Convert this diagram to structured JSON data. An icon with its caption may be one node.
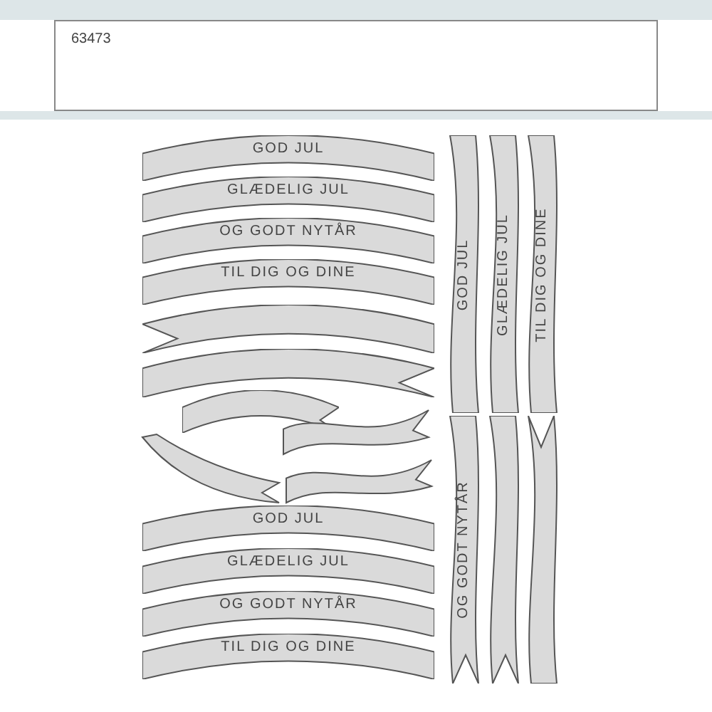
{
  "diagram": {
    "nodes": [
      {
        "text": [
          "GOD JUL"
        ]
      },
      {
        "text": [
          "GLÆDELIG JUL"
        ]
      },
      {
        "text": [
          "OG GODT NYTÅR"
        ]
      },
      {
        "text": [
          "TIL DIG OG DINE"
        ]
      },
      {
        "text": [],
        "shape": "banner"
      },
      {
        "text": [],
        "shape": "banner"
      },
      {
        "text": [],
        "shape": "banner"
      },
      {
        "text": [],
        "shape": "banner"
      },
      {
        "text": [],
        "shape": "banner"
      },
      {
        "text": [],
        "shape": "banner"
      },
      {
        "text": [
          "GOD JUL"
        ]
      },
      {
        "text": [
          "GLÆDELIG JUL"
        ]
      },
      {
        "text": [
          "OG GODT NYTÅR"
        ]
      },
      {
        "text": [
          "TIL DIG OG DINE"
        ]
      },
      {
        "text": [
          "GOD JUL"
        ]
      },
      {
        "text": [
          "GLÆDELIG JUL"
        ]
      },
      {
        "text": [
          "TIL DIG OG DINE"
        ]
      },
      {
        "text": [
          "OG GODT NYTÅR"
        ]
      },
      {
        "text": [],
        "shape": "banner"
      },
      {
        "text": [],
        "shape": "banner"
      }
    ],
    "labels": [
      "63473"
    ]
  }
}
